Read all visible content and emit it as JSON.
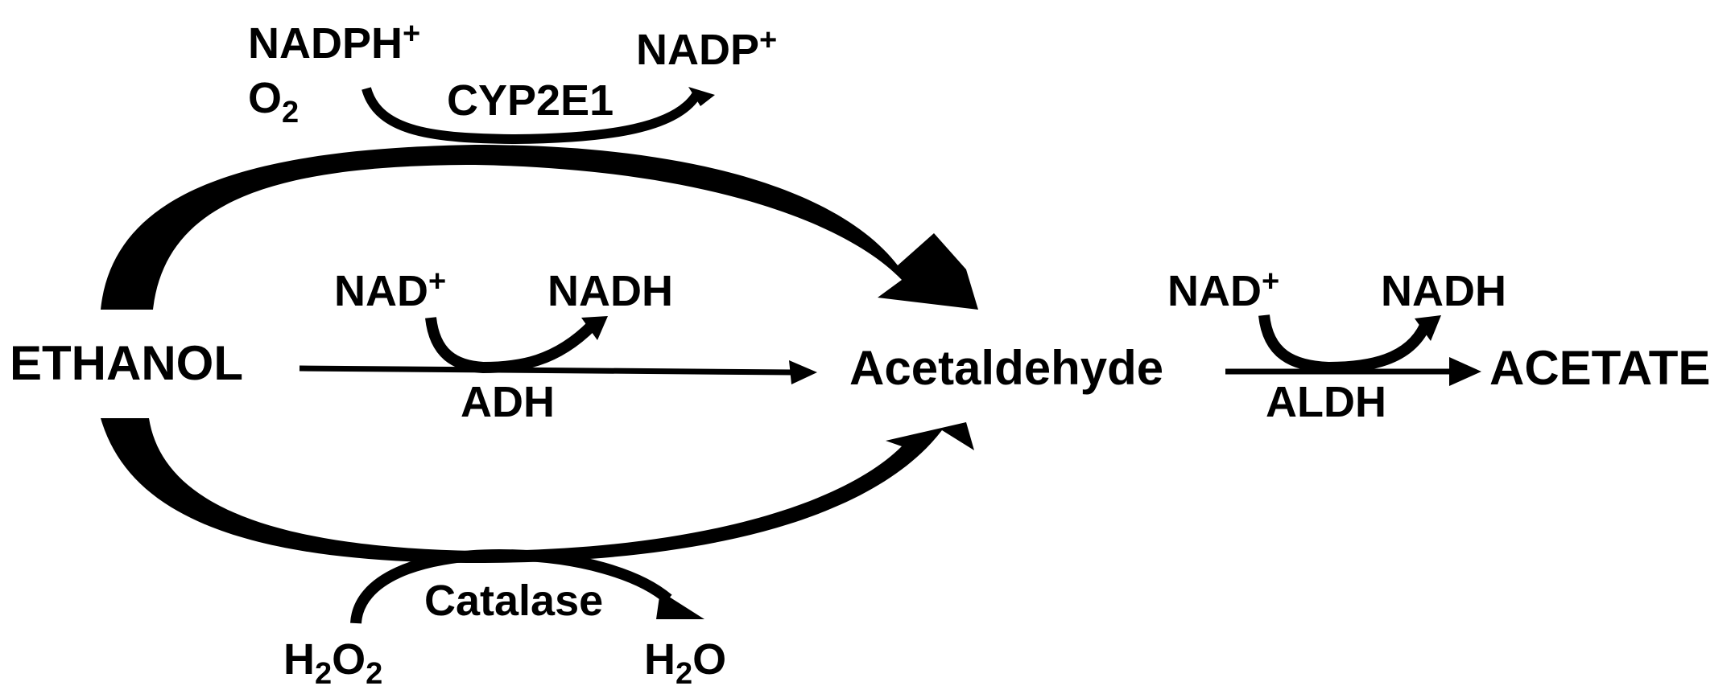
{
  "substrate": "ETHANOL",
  "intermediate": "Acetaldehyde",
  "product": "ACETATE",
  "cyp2e1": {
    "enzyme": "CYP2E1",
    "cofactor_in_base": "NADPH",
    "cofactor_in_charge": "+",
    "oxygen_base": "O",
    "oxygen_sub": "2",
    "cofactor_out_base": "NADP",
    "cofactor_out_charge": "+"
  },
  "adh": {
    "enzyme": "ADH",
    "cofactor_in_base": "NAD",
    "cofactor_in_charge": "+",
    "cofactor_out": "NADH"
  },
  "aldh": {
    "enzyme": "ALDH",
    "cofactor_in_base": "NAD",
    "cofactor_in_charge": "+",
    "cofactor_out": "NADH"
  },
  "catalase": {
    "enzyme": "Catalase",
    "in_h": "H",
    "in_sub1": "2",
    "in_o": "O",
    "in_sub2": "2",
    "out_h": "H",
    "out_sub": "2",
    "out_o": "O"
  },
  "colors": {
    "ink": "#000000",
    "background": "#ffffff"
  }
}
